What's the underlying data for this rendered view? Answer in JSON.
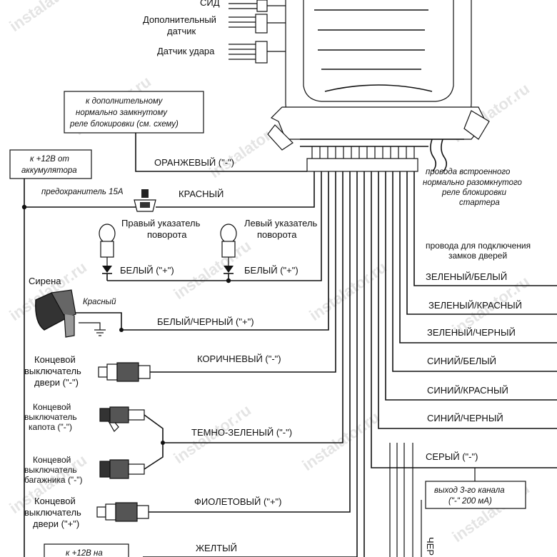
{
  "watermark": "instalator.ru",
  "sensors": {
    "led": "СИД",
    "extra_sensor_1": "Дополнительный",
    "extra_sensor_2": "датчик",
    "shock_sensor": "Датчик удара"
  },
  "notes": {
    "relay_1": "к дополнительному",
    "relay_2": "нормально замкнутому",
    "relay_3": "реле блокировки (см. схему)",
    "battery_1": "к +12В от",
    "battery_2": "аккумулятора",
    "fuse": "предохранитель 15А",
    "starter_1": "провода встроенного",
    "starter_2": "нормально разомкнутого",
    "starter_3": "реле блокировки",
    "starter_4": "стартера",
    "locks_1": "провода для подключения",
    "locks_2": "замков дверей",
    "ch3_1": "выход 3-го канала",
    "ch3_2": "(\"-\" 200 мА)",
    "bottom_1": "к +12В на"
  },
  "wires": {
    "orange": "ОРАНЖЕВЫЙ (\"-\")",
    "red": "КРАСНЫЙ",
    "white_1": "БЕЛЫЙ (\"+\")",
    "white_2": "БЕЛЫЙ (\"+\")",
    "white_black": "БЕЛЫЙ/ЧЕРНЫЙ (\"+\")",
    "brown": "КОРИЧНЕВЫЙ (\"-\")",
    "dark_green": "ТЕМНО-ЗЕЛЕНЫЙ (\"-\")",
    "violet": "ФИОЛЕТОВЫЙ (\"+\")",
    "yellow": "ЖЕЛТЫЙ",
    "green_white": "ЗЕЛЕНЫЙ/БЕЛЫЙ",
    "green_red": "ЗЕЛЕНЫЙ/КРАСНЫЙ",
    "green_black": "ЗЕЛЕНЫЙ/ЧЕРНЫЙ",
    "blue_white": "СИНИЙ/БЕЛЫЙ",
    "blue_red": "СИНИЙ/КРАСНЫЙ",
    "blue_black": "СИНИЙ/ЧЕРНЫЙ",
    "gray": "СЕРЫЙ (\"-\")",
    "black_partial": "ЧЕР"
  },
  "components": {
    "right_turn_1": "Правый указатель",
    "right_turn_2": "поворота",
    "left_turn_1": "Левый указатель",
    "left_turn_2": "поворота",
    "siren": "Сирена",
    "siren_red": "Красный",
    "door_switch_1a": "Концевой",
    "door_switch_1b": "выключатель",
    "door_switch_1c": "двери (\"-\")",
    "hood_switch_a": "Концевой",
    "hood_switch_b": "выключатель",
    "hood_switch_c": "капота (\"-\")",
    "trunk_switch_a": "Концевой",
    "trunk_switch_b": "выключатель",
    "trunk_switch_c": "багажника (\"-\")",
    "door_switch_2a": "Концевой",
    "door_switch_2b": "выключатель",
    "door_switch_2c": "двери (\"+\")"
  }
}
